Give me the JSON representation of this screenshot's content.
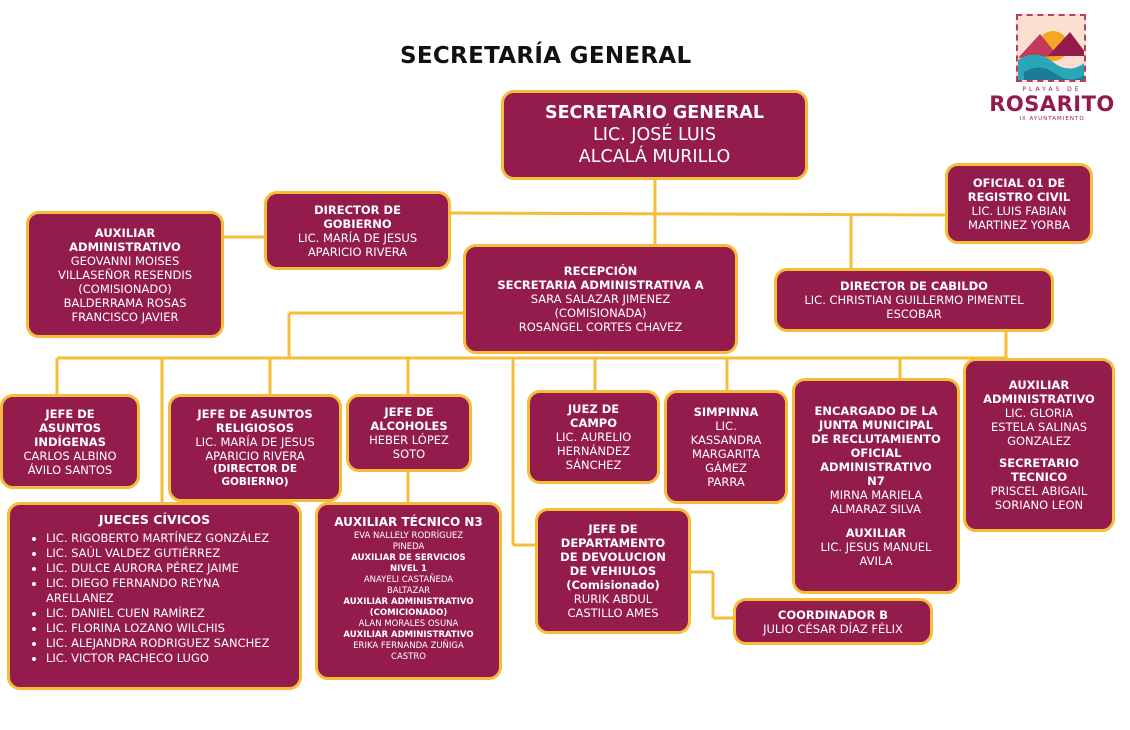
{
  "title": "SECRETARÍA GENERAL",
  "logo": {
    "top_text": "PLAYAS DE",
    "word": "ROSARITO",
    "bottom_text": "IX AYUNTAMIENTO"
  },
  "colors": {
    "box": "#931c4c",
    "border": "#f5bd3a",
    "line": "#f5bd3a"
  },
  "secretario": {
    "title": "SECRETARIO GENERAL",
    "name1": "LIC. JOSÉ LUIS",
    "name2": "ALCALÁ MURILLO"
  },
  "director_gobierno": {
    "title": "DIRECTOR DE GOBIERNO",
    "n1": "LIC. MARÍA DE JESUS",
    "n2": "APARICIO RIVERA"
  },
  "auxiliar_admin_left": {
    "title": "AUXILIAR ADMINISTRATIVO",
    "n1": "GEOVANNI MOISES",
    "n2": "VILLASEÑOR RESENDIS",
    "n3": "(COMISIONADO)",
    "n4": "BALDERRAMA ROSAS",
    "n5": "FRANCISCO JAVIER"
  },
  "oficial_registro": {
    "title": "OFICIAL 01 DE REGISTRO CIVIL",
    "n1": "LIC. LUIS FABIAN",
    "n2": "MARTINEZ YORBA"
  },
  "recepcion": {
    "title1": "RECEPCIÓN",
    "title2": "SECRETARIA ADMINISTRATIVA A",
    "n1": "SARA SALAZAR JIMENEZ",
    "n2": "(COMISIONADA)",
    "n3": "ROSANGEL CORTES CHAVEZ"
  },
  "director_cabildo": {
    "title": "DIRECTOR DE CABILDO",
    "n1": "LIC. CHRISTIAN GUILLERMO PIMENTEL",
    "n2": "ESCOBAR"
  },
  "auxiliar_admin_right": {
    "title": "AUXILIAR ADMINISTRATIVO",
    "n1": "LIC. GLORIA",
    "n2": "ESTELA SALINAS",
    "n3": "GONZALEZ",
    "title2": "SECRETARIO TECNICO",
    "n4": "PRISCEL ABIGAIL",
    "n5": "SORIANO LEON"
  },
  "jefe_indigenas": {
    "title": "JEFE DE ASUNTOS INDÍGENAS",
    "n1": "CARLOS ALBINO",
    "n2": "ÁVILO SANTOS"
  },
  "jefe_religiosos": {
    "title": "JEFE DE ASUNTOS RELIGIOSOS",
    "n1": "LIC. MARÍA DE JESUS",
    "n2": "APARICIO RIVERA",
    "n3": "(DIRECTOR DE GOBIERNO)"
  },
  "jefe_alcoholes": {
    "title": "JEFE DE ALCOHOLES",
    "n1": "HEBER LÓPEZ",
    "n2": "SOTO"
  },
  "juez_campo": {
    "title": "JUEZ DE CAMPO",
    "n1": "LIC. AURELIO",
    "n2": "HERNÁNDEZ",
    "n3": "SÁNCHEZ"
  },
  "simpinna": {
    "title": "SIMPINNA",
    "n1": "LIC.",
    "n2": "KASSANDRA",
    "n3": "MARGARITA",
    "n4": "GÁMEZ",
    "n5": "PARRA"
  },
  "encargado_junta": {
    "title": "ENCARGADO DE LA JUNTA MUNICIPAL DE RECLUTAMIENTO OFICIAL ADMINISTRATIVO N7",
    "n1": "MIRNA MARIELA",
    "n2": "ALMARAZ SILVA",
    "title2": "AUXILIAR",
    "n3": "LIC. JESUS MANUEL",
    "n4": "AVILA"
  },
  "jueces_civicos": {
    "title": "JUECES CÍVICOS",
    "items": [
      "LIC. RIGOBERTO MARTÍNEZ GONZÁLEZ",
      "LIC. SAÚL VALDEZ GUTIÉRREZ",
      "LIC. DULCE AURORA PÉREZ JAIME",
      "LIC. DIEGO FERNANDO REYNA ARELLANEZ",
      "LIC. DANIEL CUEN RAMÍREZ",
      "LIC. FLORINA LOZANO WILCHIS",
      "LIC. ALEJANDRA RODRIGUEZ SANCHEZ",
      "LIC. VICTOR PACHECO LUGO"
    ]
  },
  "auxiliar_tecnico": {
    "title": "AUXILIAR TÉCNICO N3",
    "l1": "EVA NALLELY RODRÍGUEZ",
    "l2": "PINEDA",
    "l3": "AUXILIAR DE SERVICIOS",
    "l4": "NIVEL 1",
    "l5": "ANAYELI CASTAÑEDA",
    "l6": "BALTAZAR",
    "l7": "AUXILIAR ADMINISTRATIVO",
    "l8": "(COMICIONADO)",
    "l9": "ALAN MORALES OSUNA",
    "l10": "AUXILIAR ADMINISTRATIVO",
    "l11": "ERIKA FERNANDA ZUÑIGA",
    "l12": "CASTRO"
  },
  "jefe_devolucion": {
    "title": "JEFE DE DEPARTAMENTO DE DEVOLUCION DE VEHIULOS",
    "sub": "(Comisionado)",
    "n1": "RURIK ABDUL",
    "n2": "CASTILLO AMES"
  },
  "coordinador_b": {
    "title": "COORDINADOR B",
    "n1": "JULIO CÉSAR DÍAZ FÉLIX"
  }
}
